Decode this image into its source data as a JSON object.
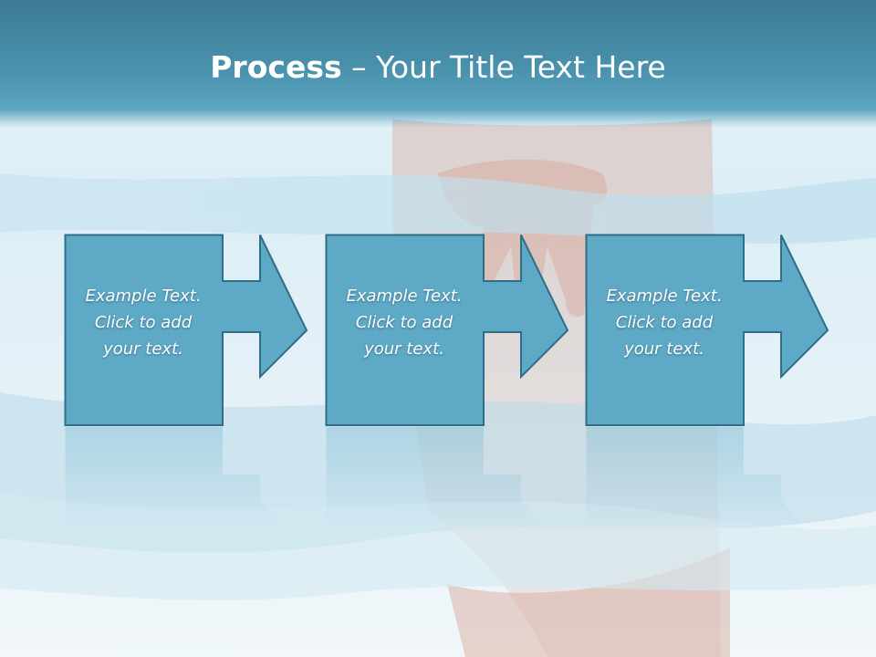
{
  "title": {
    "bold": "Process",
    "rest": " – Your Title Text Here"
  },
  "steps": [
    {
      "lines": [
        "Example Text.",
        "Click  to add",
        "your text."
      ]
    },
    {
      "lines": [
        "Example Text.",
        "Click  to add",
        "your text."
      ]
    },
    {
      "lines": [
        "Example Text.",
        "Click  to add",
        "your text."
      ]
    }
  ],
  "colors": {
    "header": "#4a92ad",
    "box_fill": "#5ea9c6",
    "box_stroke": "#2f6e86",
    "text": "#ffffff"
  }
}
